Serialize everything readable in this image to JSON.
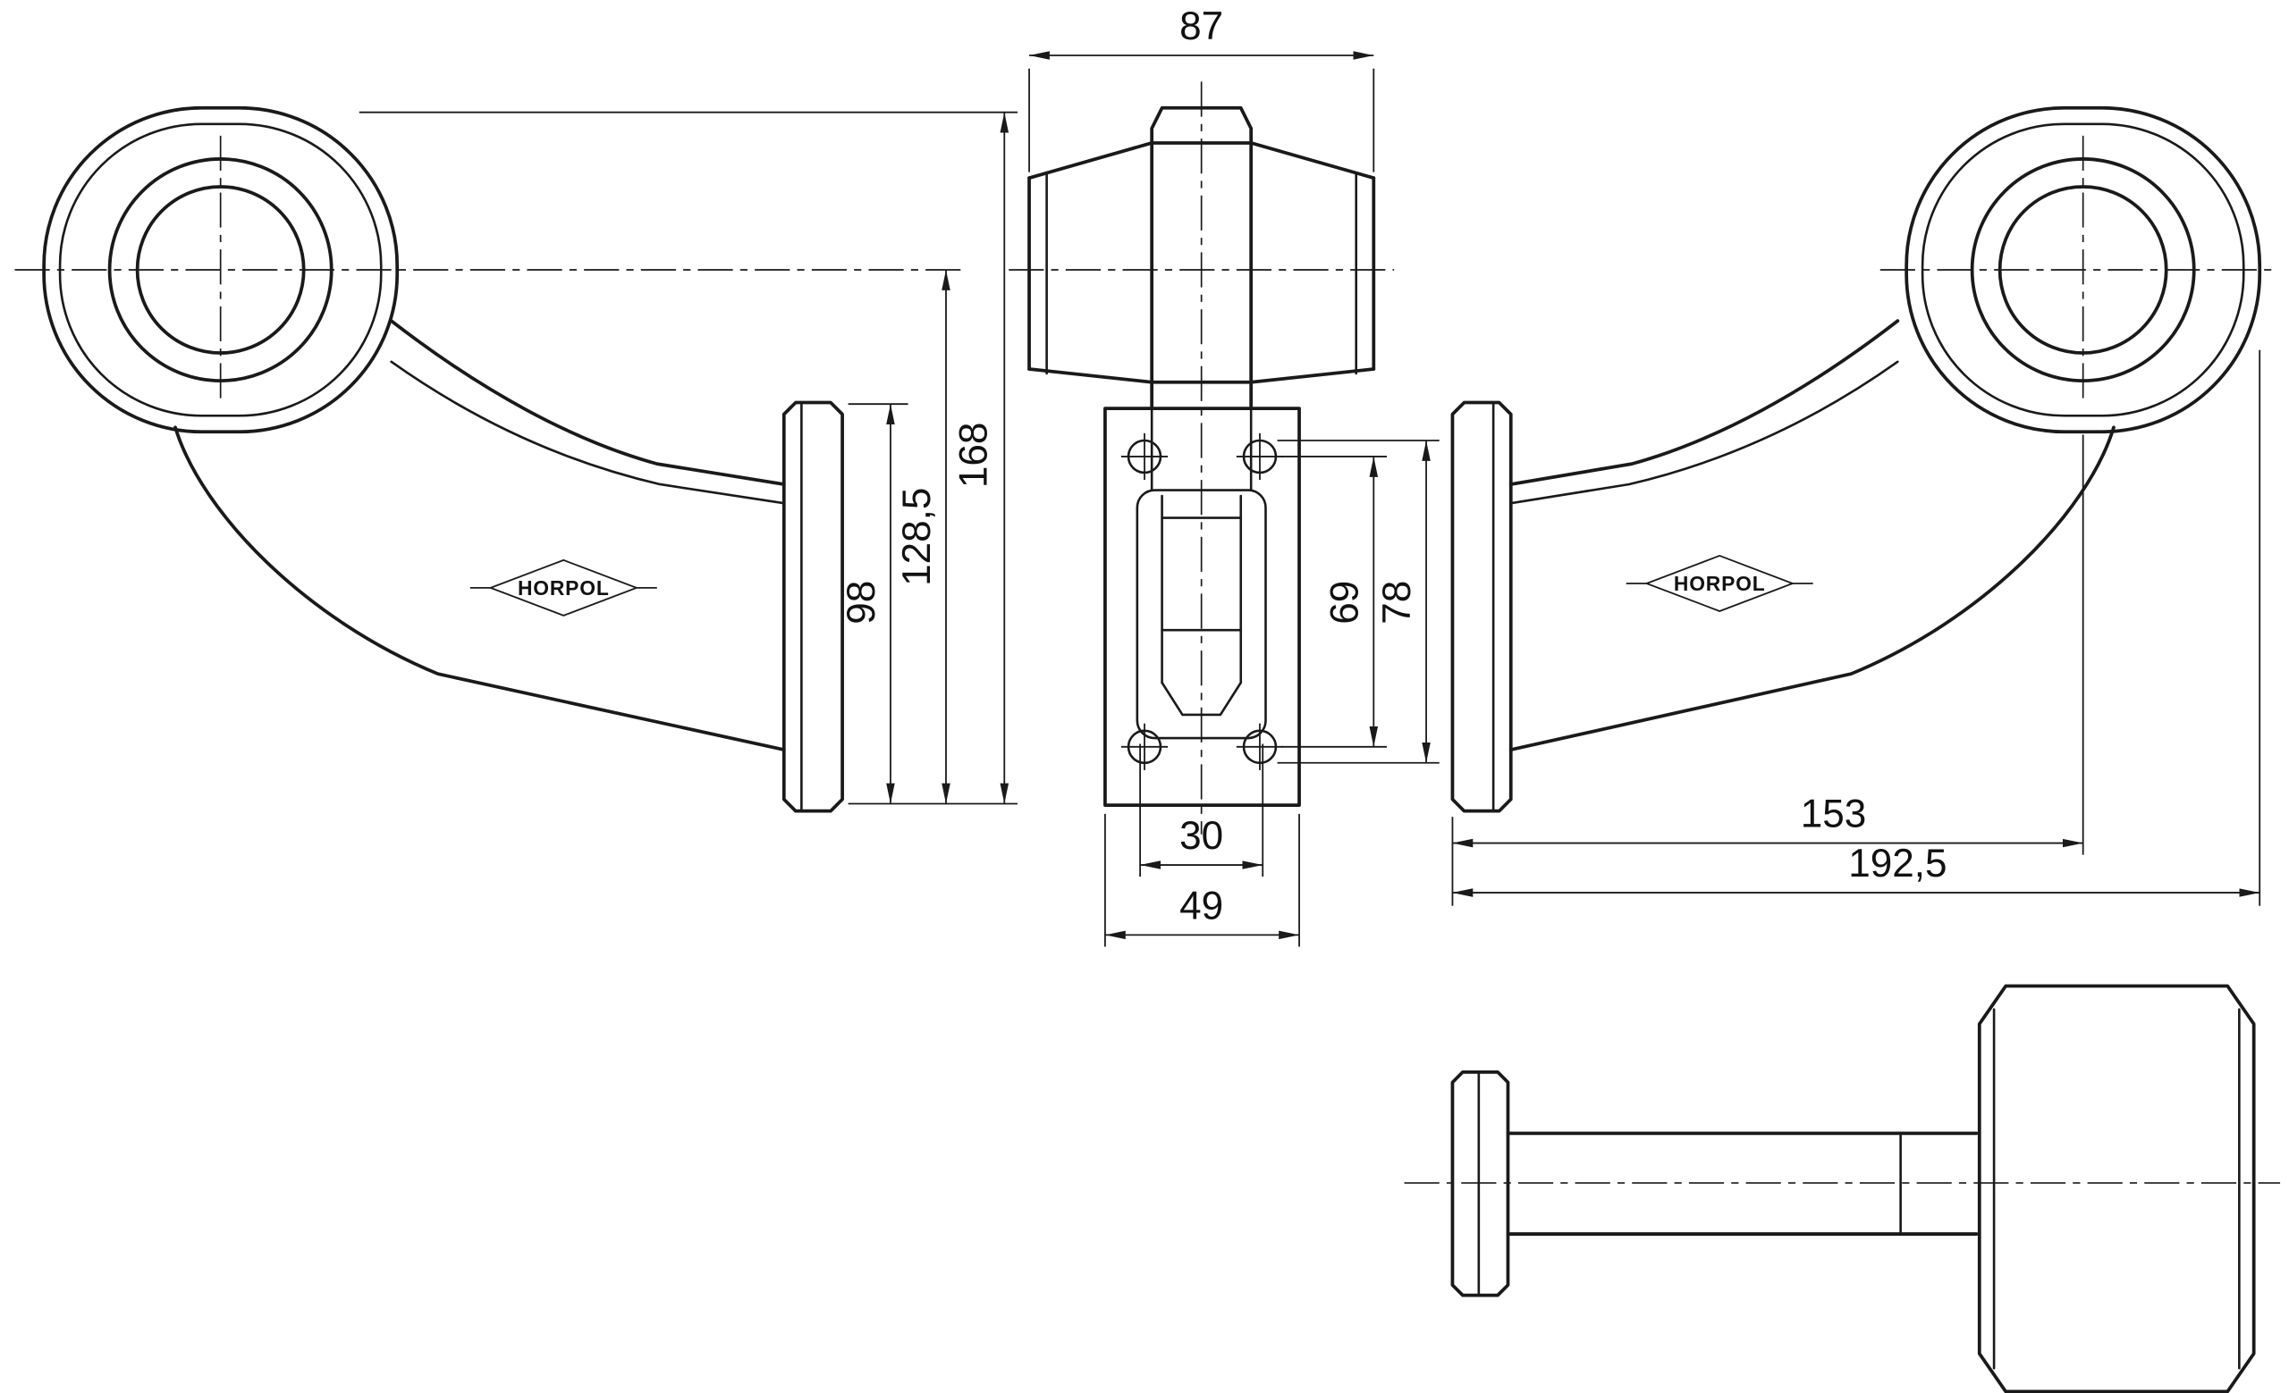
{
  "drawing": {
    "brand": "HORPOL",
    "colors": {
      "line": "#1a1a1a",
      "background": "#ffffff"
    },
    "dimensions": {
      "lamp_body_width": "87",
      "overall_height": "168",
      "axis_height": "128,5",
      "bracket_height": "98",
      "hole_spacing": "69",
      "slot_length": "78",
      "slot_width": "30",
      "bracket_width": "49",
      "axis_offset": "153",
      "overall_length": "192,5"
    }
  }
}
